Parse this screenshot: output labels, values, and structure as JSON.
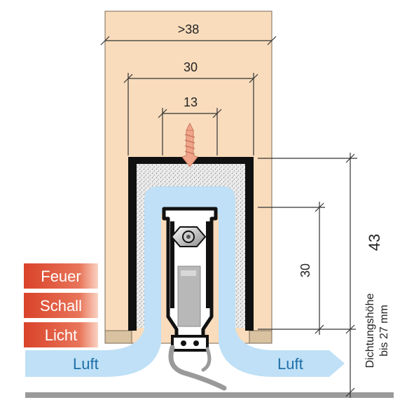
{
  "dimensions": {
    "outer_width": ">38",
    "inner_width": "30",
    "screw_spacing": "13",
    "total_height": "43",
    "inner_height": "30"
  },
  "seal_height_label": {
    "line1": "Dichtungshöhe",
    "line2": "bis 27 mm"
  },
  "air_labels": {
    "left": "Luft",
    "right": "Luft"
  },
  "blocked_labels": [
    "Feuer",
    "Schall",
    "Licht"
  ],
  "colors": {
    "door_wood": "#f9dcbc",
    "door_edge": "#d9c2a0",
    "door_outline": "#7a6a55",
    "profile": "#111111",
    "insulation": "#e9e9e9",
    "air_flow": "#bfe0f6",
    "seal_rubber": "#9a9a9a",
    "floor": "#9a9a9a",
    "label_red_top": "#d9432a",
    "label_red_bottom": "#fbd3c4",
    "screw": "#f0a58a",
    "dimension_line": "#333333"
  },
  "icons": [
    "screw-icon",
    "bolt-icon"
  ]
}
